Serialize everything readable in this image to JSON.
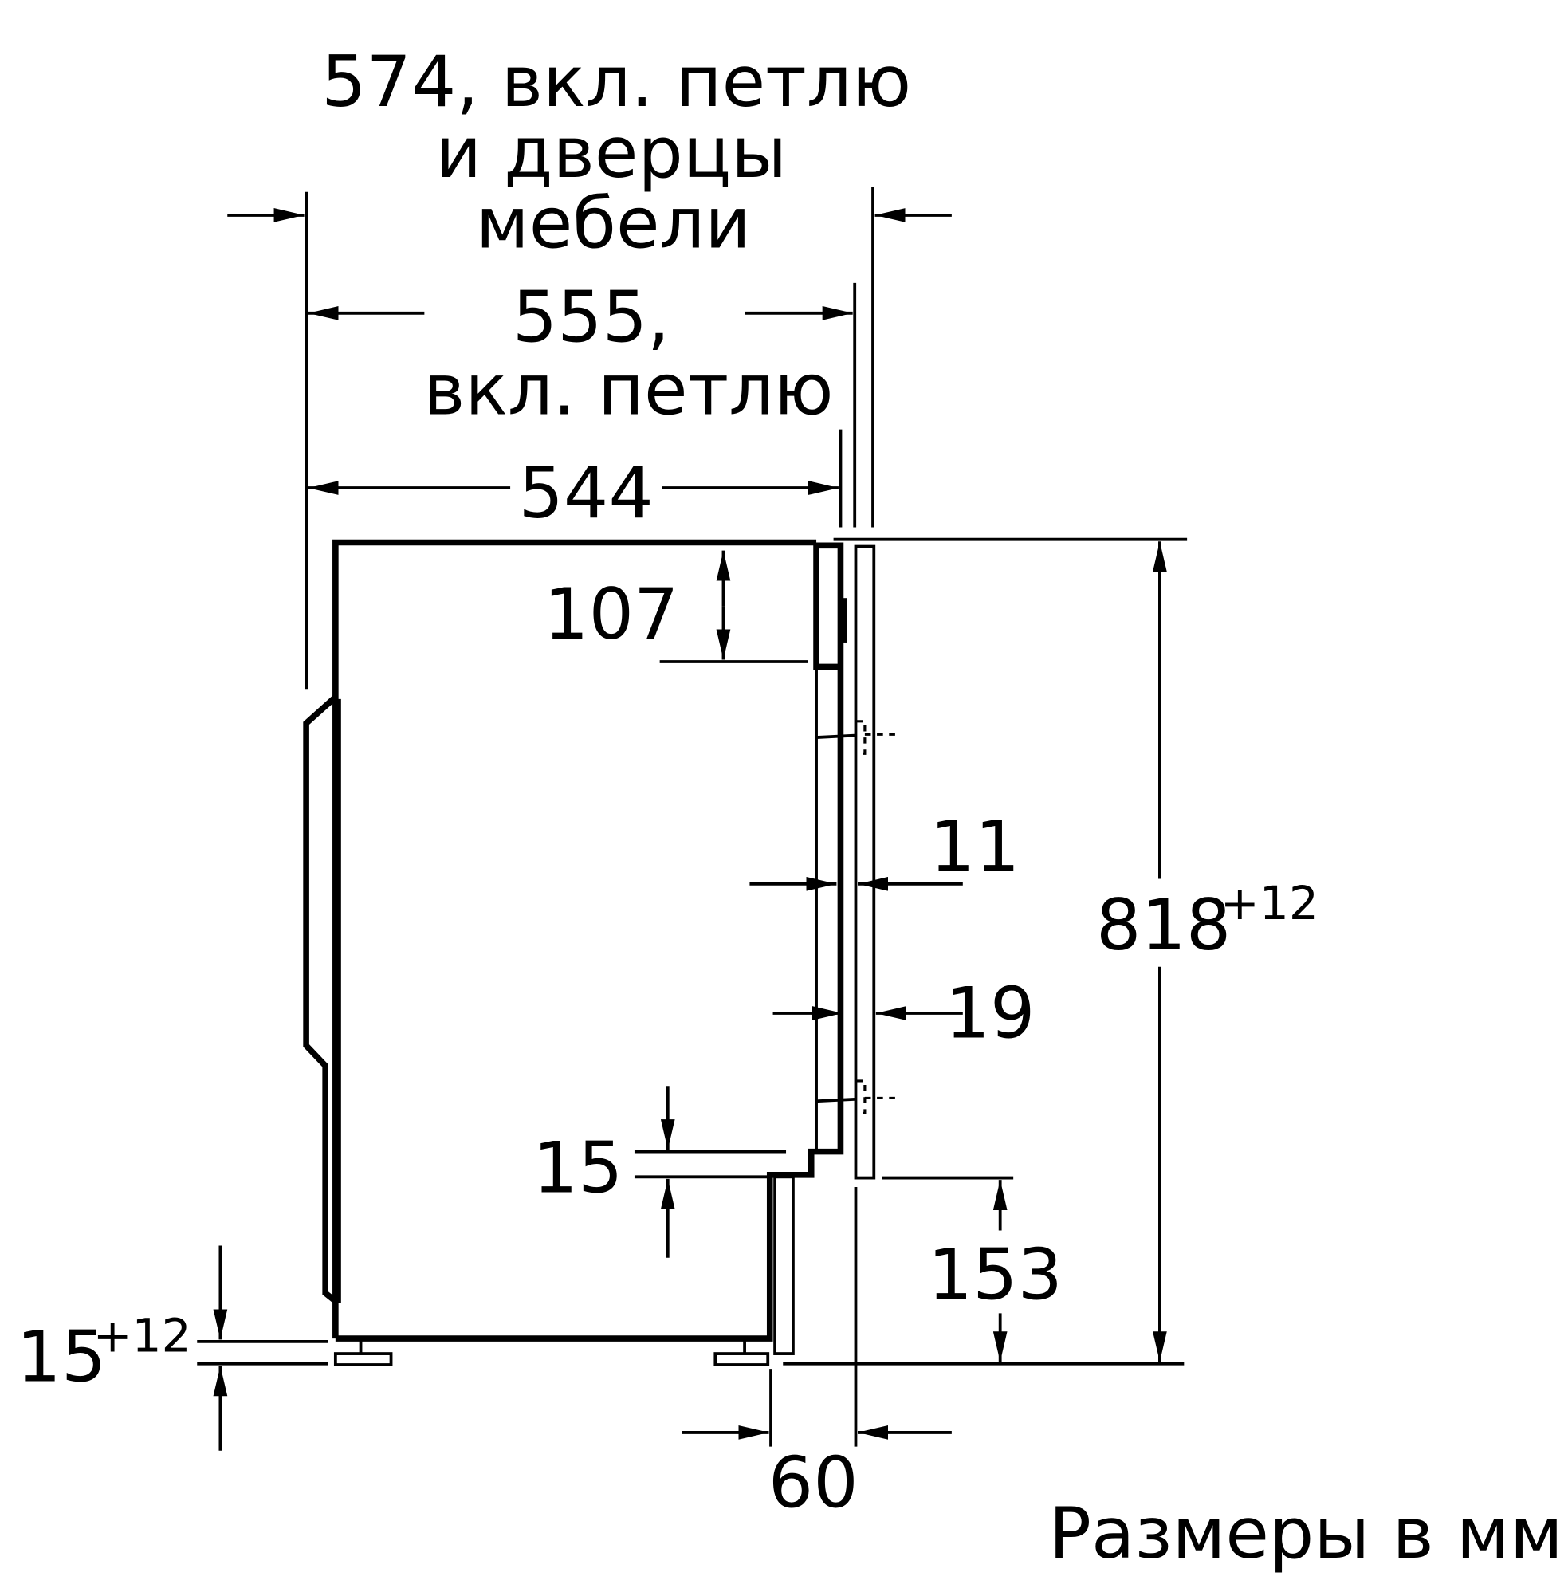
{
  "labels": {
    "depth_574_line1": "574, вкл. петлю",
    "depth_574_line2": "и дверцы",
    "depth_574_line3": "мебели",
    "depth_555_line1": "555,",
    "depth_555_line2": "вкл. петлю",
    "depth_544": "544",
    "dim_107": "107",
    "dim_11": "11",
    "dim_19": "19",
    "dim_15": "15",
    "dim_153": "153",
    "height_818": "818",
    "height_818_tol": "+12",
    "foot_15": "15",
    "foot_15_tol": "+12",
    "dim_60": "60",
    "units_note": "Размеры в мм"
  },
  "colors": {
    "stroke": "#000000",
    "background": "#ffffff"
  }
}
